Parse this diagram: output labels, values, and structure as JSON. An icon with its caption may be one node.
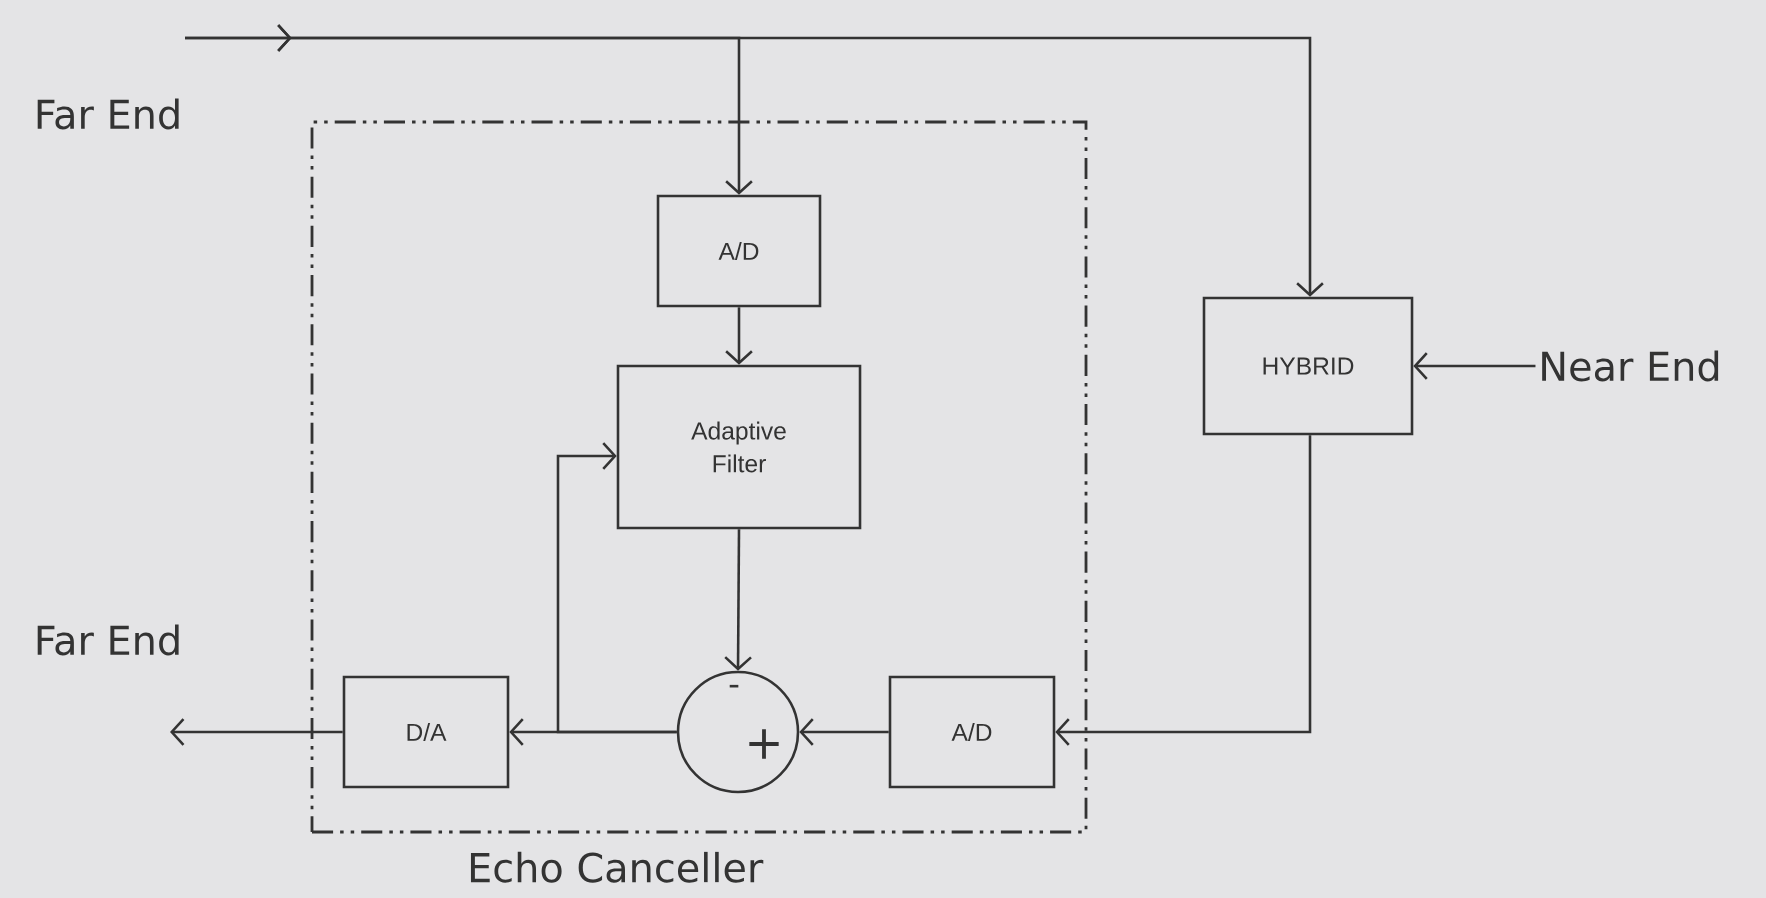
{
  "diagram": {
    "nodes": [
      {
        "text": [
          "Echo Canceller"
        ]
      },
      {
        "text": [
          "Far End"
        ]
      },
      {
        "text": [
          "A/D"
        ],
        "in": 0
      },
      {
        "text": [
          "Adaptive Filter"
        ],
        "in": 0
      },
      {
        "text": [
          "-",
          "+"
        ],
        "in": 0
      },
      {
        "text": [
          "D/A"
        ],
        "in": 0
      },
      {
        "text": [
          "A/D"
        ],
        "in": 0
      },
      {
        "text": [
          "HYBRID"
        ]
      },
      {
        "text": [
          "Near End"
        ]
      },
      {
        "text": [
          "Far End"
        ]
      }
    ],
    "edges": [
      {
        "from": 1,
        "to": 2,
        "arrow": "to"
      },
      {
        "from": 1,
        "to": 7,
        "arrow": "to"
      },
      {
        "from": 2,
        "to": 3,
        "arrow": "to"
      },
      {
        "from": 3,
        "to": 4,
        "arrow": "to"
      },
      {
        "from": 6,
        "to": 4,
        "arrow": "to"
      },
      {
        "from": 4,
        "to": 5,
        "arrow": "to"
      },
      {
        "from": 4,
        "to": 3,
        "arrow": "to"
      },
      {
        "from": 8,
        "to": 7,
        "arrow": "to"
      },
      {
        "from": 7,
        "to": 6,
        "arrow": "to"
      },
      {
        "from": 5,
        "to": 9,
        "arrow": "to"
      }
    ]
  }
}
